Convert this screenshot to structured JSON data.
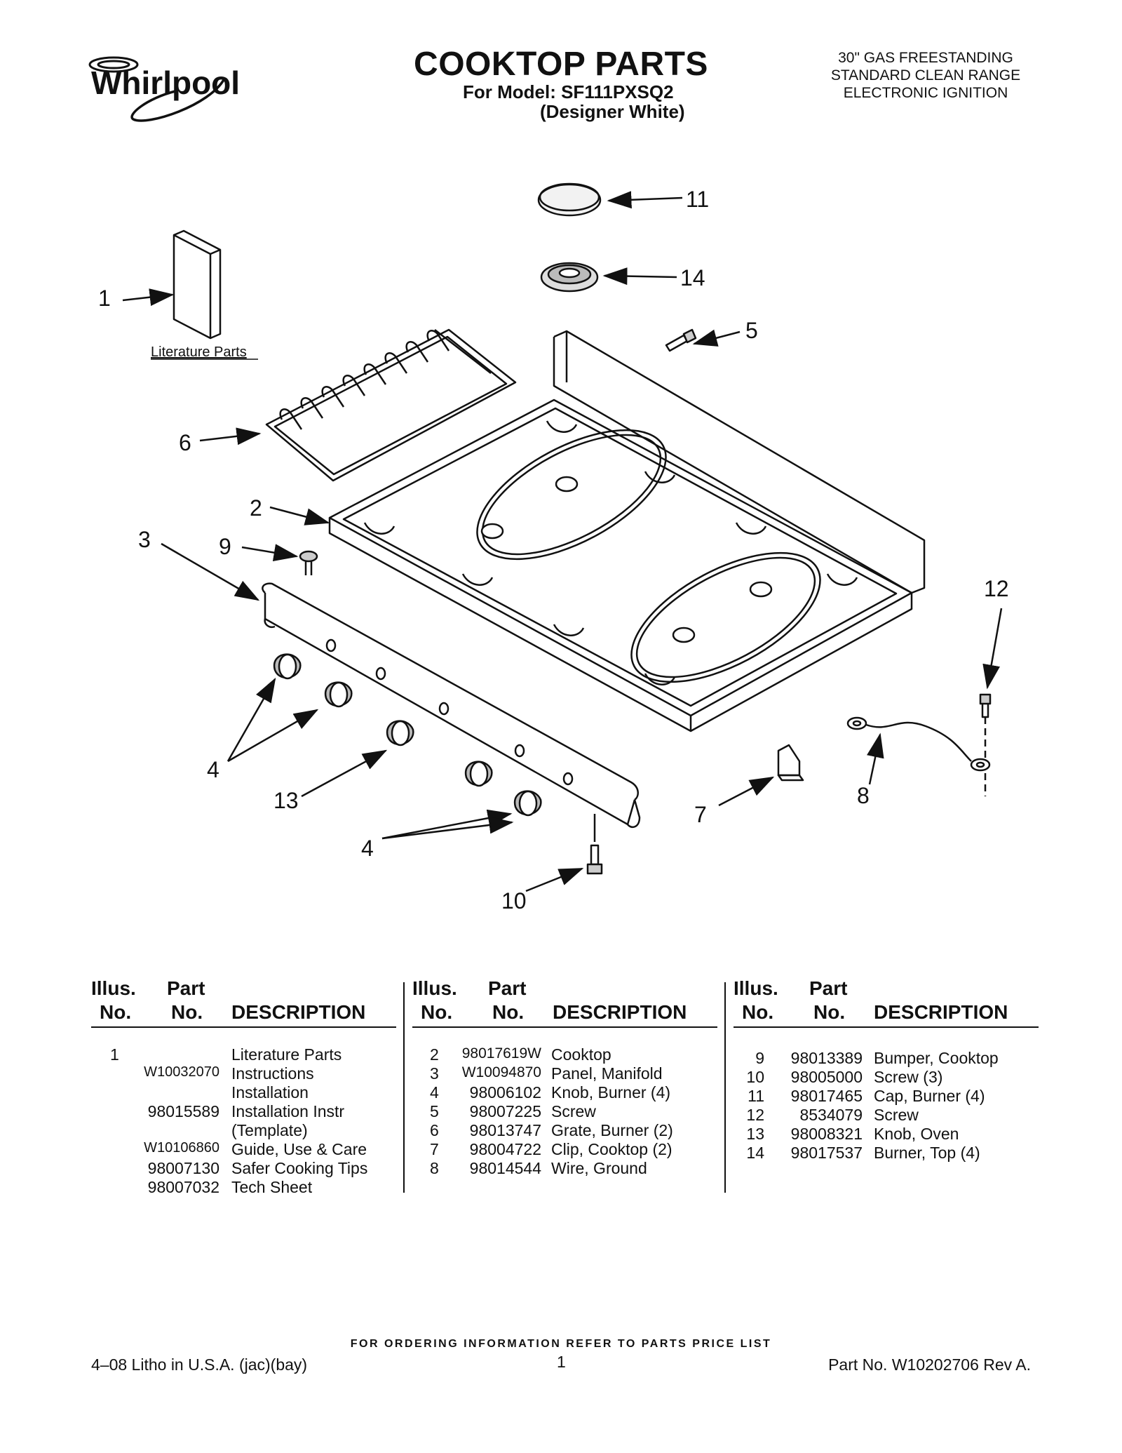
{
  "header": {
    "brand": "Whirlpool",
    "title": "COOKTOP PARTS",
    "model_line": "For Model: SF111PXSQ2",
    "model_color": "(Designer White)",
    "range_lines": [
      "30\" GAS FREESTANDING",
      "STANDARD CLEAN RANGE",
      "ELECTRONIC IGNITION"
    ]
  },
  "diagram": {
    "callouts": [
      "1",
      "2",
      "3",
      "4",
      "4",
      "5",
      "6",
      "7",
      "8",
      "9",
      "10",
      "11",
      "12",
      "13",
      "14"
    ],
    "literature_label": "Literature Parts"
  },
  "table": {
    "headers": {
      "illus_top": "Illus.",
      "illus_bottom": "No.",
      "part_top": "Part",
      "part_bottom": "No.",
      "description": "DESCRIPTION"
    },
    "columns": [
      [
        {
          "illus": "1",
          "part": "",
          "desc": "Literature Parts"
        },
        {
          "illus": "",
          "part": "W10032070",
          "desc": "Instructions"
        },
        {
          "illus": "",
          "part": "",
          "desc": "Installation"
        },
        {
          "illus": "",
          "part": "98015589",
          "desc": "Installation Instr"
        },
        {
          "illus": "",
          "part": "",
          "desc": "(Template)"
        },
        {
          "illus": "",
          "part": "W10106860",
          "desc": "Guide, Use & Care"
        },
        {
          "illus": "",
          "part": "98007130",
          "desc": "Safer Cooking Tips"
        },
        {
          "illus": "",
          "part": "98007032",
          "desc": "Tech Sheet"
        }
      ],
      [
        {
          "illus": "2",
          "part": "98017619W",
          "desc": "Cooktop"
        },
        {
          "illus": "3",
          "part": "W10094870",
          "desc": "Panel, Manifold"
        },
        {
          "illus": "4",
          "part": "98006102",
          "desc": "Knob, Burner (4)"
        },
        {
          "illus": "5",
          "part": "98007225",
          "desc": "Screw"
        },
        {
          "illus": "6",
          "part": "98013747",
          "desc": "Grate, Burner (2)"
        },
        {
          "illus": "7",
          "part": "98004722",
          "desc": "Clip, Cooktop (2)"
        },
        {
          "illus": "8",
          "part": "98014544",
          "desc": "Wire, Ground"
        }
      ],
      [
        {
          "illus": "9",
          "part": "98013389",
          "desc": "Bumper, Cooktop"
        },
        {
          "illus": "10",
          "part": "98005000",
          "desc": "Screw (3)"
        },
        {
          "illus": "11",
          "part": "98017465",
          "desc": "Cap, Burner (4)"
        },
        {
          "illus": "12",
          "part": "8534079",
          "desc": "Screw"
        },
        {
          "illus": "13",
          "part": "98008321",
          "desc": "Knob, Oven"
        },
        {
          "illus": "14",
          "part": "98017537",
          "desc": "Burner, Top (4)"
        }
      ]
    ]
  },
  "footer": {
    "note": "FOR ORDERING INFORMATION REFER TO PARTS PRICE LIST",
    "litho": "4–08 Litho in U.S.A. (jac)(bay)",
    "page": "1",
    "part_no": "Part No. W10202706 Rev A."
  }
}
